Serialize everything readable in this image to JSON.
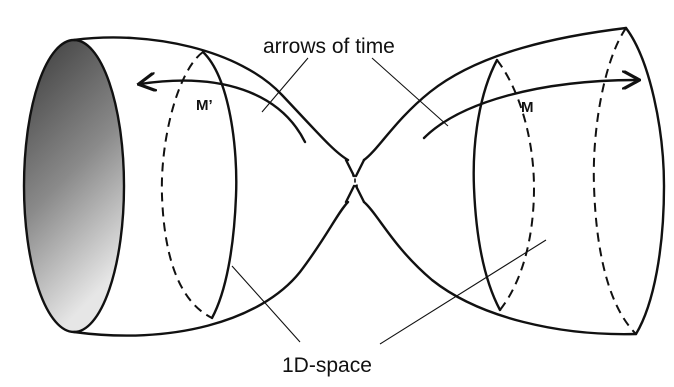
{
  "labels": {
    "arrows_of_time": "arrows of time",
    "space": "1D-space",
    "m_left": "M’",
    "m_right": "M"
  }
}
